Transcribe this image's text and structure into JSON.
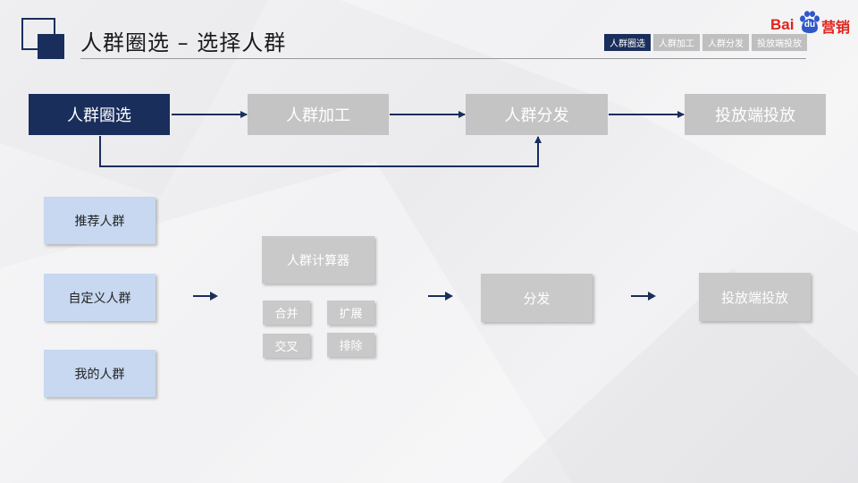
{
  "header": {
    "title": "人群圈选 – 选择人群",
    "logo": {
      "latin": "Bai",
      "du": "du",
      "cn": "营销"
    },
    "tabs": [
      {
        "label": "人群圈选",
        "active": true
      },
      {
        "label": "人群加工",
        "active": false
      },
      {
        "label": "人群分发",
        "active": false
      },
      {
        "label": "投放端投放",
        "active": false
      }
    ]
  },
  "flow": {
    "steps": [
      {
        "label": "人群圈选",
        "active": true
      },
      {
        "label": "人群加工",
        "active": false
      },
      {
        "label": "人群分发",
        "active": false
      },
      {
        "label": "投放端投放",
        "active": false
      }
    ]
  },
  "detail": {
    "sources": [
      "推荐人群",
      "自定义人群",
      "我的人群"
    ],
    "calculator": "人群计算器",
    "operations": [
      "合并",
      "扩展",
      "交叉",
      "排除"
    ],
    "distribute": "分发",
    "deliver": "投放端投放"
  },
  "colors": {
    "navy": "#1a2e5c",
    "inactive_gray": "#c4c4c4",
    "source_blue": "#c7d8f0",
    "brand_red": "#e2231a"
  }
}
